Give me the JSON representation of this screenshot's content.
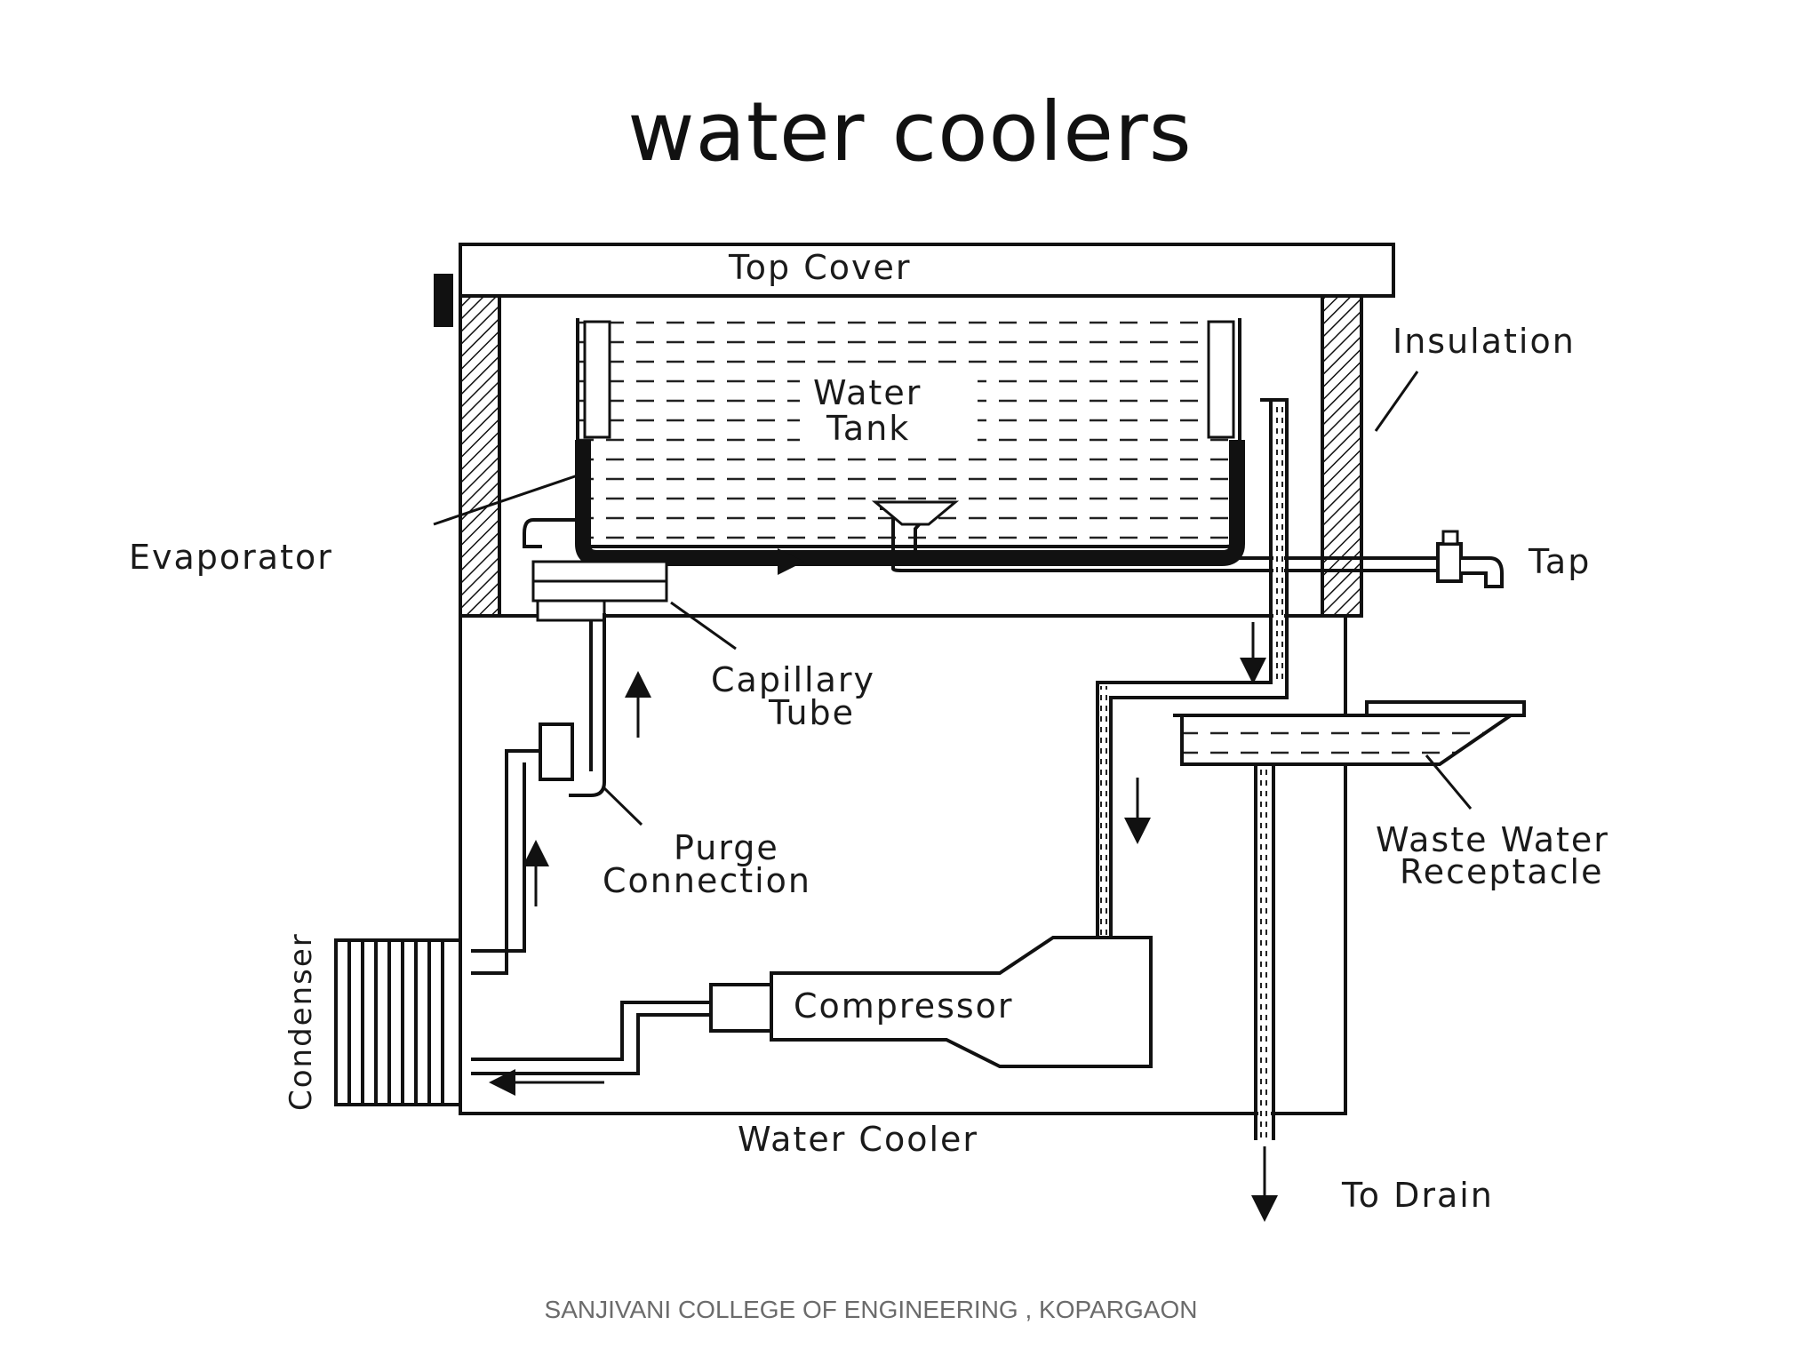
{
  "slide": {
    "title": "water coolers",
    "footer": "SANJIVANI COLLEGE OF ENGINEERING , KOPARGAON"
  },
  "diagram": {
    "caption": "Water Cooler",
    "labels": {
      "top_cover": "Top Cover",
      "insulation": "Insulation",
      "water_tank_line1": "Water",
      "water_tank_line2": "Tank",
      "evaporator": "Evaporator",
      "tap": "Tap",
      "capillary_line1": "Capillary",
      "capillary_line2": "Tube",
      "purge_line1": "Purge",
      "purge_line2": "Connection",
      "waste_line1": "Waste Water",
      "waste_line2": "Receptacle",
      "compressor": "Compressor",
      "condenser": "Condenser",
      "drain": "To Drain"
    },
    "colors": {
      "ink": "#111111",
      "background": "#ffffff"
    }
  }
}
